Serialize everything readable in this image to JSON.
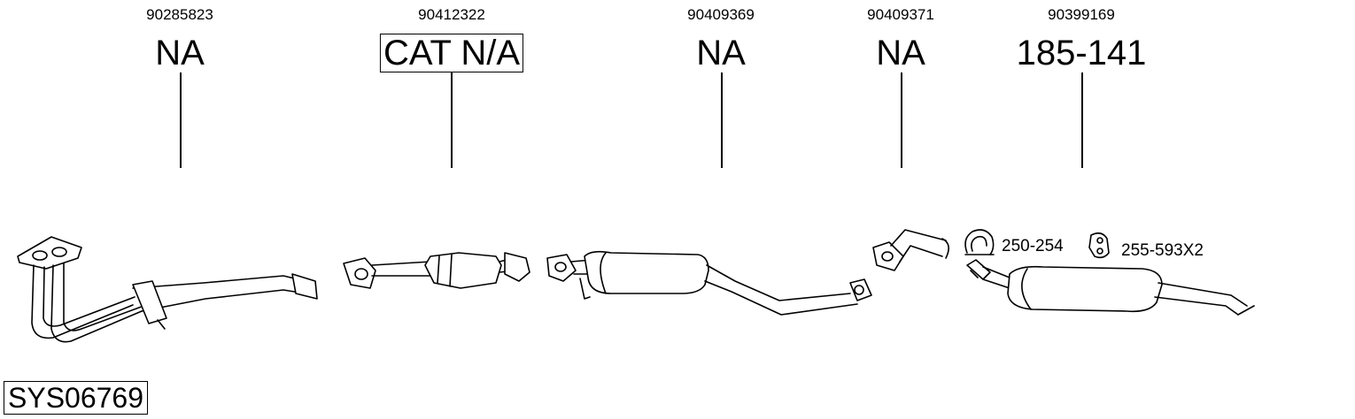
{
  "parts": [
    {
      "part_number": "90285823",
      "code": "NA",
      "boxed": false
    },
    {
      "part_number": "90412322",
      "code": "CAT N/A",
      "boxed": true
    },
    {
      "part_number": "90409369",
      "code": "NA",
      "boxed": false
    },
    {
      "part_number": "90409371",
      "code": "NA",
      "boxed": false
    },
    {
      "part_number": "90399169",
      "code": "185-141",
      "boxed": false
    }
  ],
  "accessories": [
    {
      "label": "250-254",
      "icon": "clamp-icon"
    },
    {
      "label": "255-593X2",
      "icon": "rubber-mount-icon"
    }
  ],
  "system_id": "SYS06769"
}
